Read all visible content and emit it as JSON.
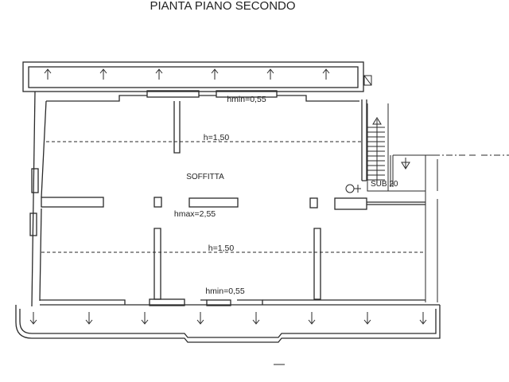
{
  "title": "PIANTA PIANO SECONDO",
  "room_label": "SOFFITTA",
  "unit_label": "SUB 20",
  "heights": {
    "hmin_top": "hmin=0,55",
    "h_top": "h=1,50",
    "hmax": "hmax=2,55",
    "h_bottom": "h=1,50",
    "hmin_bottom": "hmin=0,55"
  },
  "colors": {
    "line": "#2a2a2a",
    "background": "#ffffff"
  }
}
